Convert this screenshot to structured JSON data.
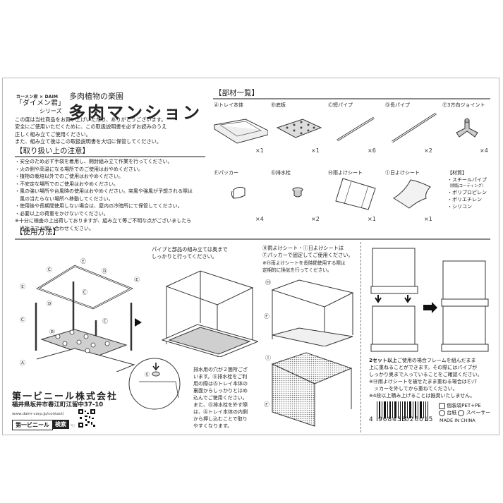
{
  "header": {
    "brand_collab": "カーメン君 × DAIM",
    "series_name": "「ダイメン君」",
    "series_suffix": "シリーズ",
    "subtitle": "多肉植物の楽園",
    "title": "多肉マンション"
  },
  "intro": [
    "この度は当社商品をお買い上げいただき、ありがとうございます。",
    "安全にご使用いただくために、この取扱説明書を必ずお読みのうえ",
    "正しく組み立てご使用ください。",
    "また、組み立て後はこの取扱説明書を大切に保管してください。"
  ],
  "cautions": {
    "title": "【取り扱い上の注意】",
    "items": [
      "・安全のため必ず手袋を着用し、開封組み立て作業を行ってください。",
      "・火の側や高温になる場所でのご使用はおやめください。",
      "・植物の栽培以外でのご使用はおやめください。",
      "・不安定な場所でのご使用はおやめください。",
      "・風の強い場所や台風時の使用はおやめください。突風や強風が予想される際は",
      "　風の当たらない場所へ移動してください。",
      "・使用後や長期間使用しない場合は、屋内の冷暗所にて保管してください。",
      "・必要以上の荷重をかけないでください。",
      "※十分に検査の上出荷しておりますが、組み立て等ご不明な点がございましたら",
      "　当社までお問い合わせください。"
    ]
  },
  "parts": {
    "title": "【部材一覧】",
    "items": [
      {
        "label": "Ⓐトレイ本体",
        "qty": "×1",
        "icon": "tray-icon"
      },
      {
        "label": "Ⓑ底板",
        "qty": "×1",
        "icon": "base-plate-icon"
      },
      {
        "label": "Ⓒ短パイプ",
        "qty": "×6",
        "icon": "short-pipe-icon"
      },
      {
        "label": "Ⓓ長パイプ",
        "qty": "×2",
        "icon": "long-pipe-icon"
      },
      {
        "label": "Ⓔ3方向ジョイント",
        "qty": "×4",
        "icon": "joint-icon"
      },
      {
        "label": "Ⓕパッカー",
        "qty": "×4",
        "icon": "packer-icon"
      },
      {
        "label": "Ⓖ排水栓",
        "qty": "×2",
        "icon": "drain-plug-icon"
      },
      {
        "label": "Ⓗ雨よけシート",
        "qty": "×1",
        "icon": "rain-sheet-icon"
      },
      {
        "label": "Ⓘ日よけシート",
        "qty": "×1",
        "icon": "shade-sheet-icon"
      }
    ],
    "materials": {
      "title": "【材質】",
      "items": [
        "・スチールパイプ",
        "（樹脂コーティング）",
        "・ポリプロピレン",
        "・ポリエチレン",
        "・シリコン"
      ]
    }
  },
  "usage": {
    "title": "【使用方法】",
    "step2_text": [
      "パイプと部品の組み立ては奥まで",
      "しっかりと行ってください。"
    ],
    "drain_text": [
      "排水用の穴が２箇所ござ",
      "います。Ⓖ排水栓をご利",
      "用の際はⒶトレイ本体の",
      "裏面からしっかりとはめ",
      "込んでご使用ください。",
      "また、Ⓖ排水栓を外す際",
      "は、Ⓐトレイ本体の内側",
      "から押し込むことで取り",
      "やすくなります。"
    ],
    "sheet_text": [
      "Ⓗ雨よけシート・Ⓘ日よけシートは",
      "Ⓕパッカーで固定してご使用ください。",
      "※Ⓗ雨よけシートを長時間使用する際は",
      "定期的に換気を行ってください。"
    ],
    "stack_text_bold": "2セット以上",
    "stack_text": [
      "ご使用の場合フレームを組んだまま",
      "上に重ねることができます。その際にはパイプが",
      "しっかり奥まで入っていることをご確認ください。",
      "※Ⓗ雨よけシートを被せたまま重ねる場合はⒻパ",
      "　ッカーを外してから重ねてください。",
      "※4段以上積み上げることは推奨いたしません。"
    ],
    "diagram_labels": {
      "A": "Ⓐ",
      "B": "Ⓑ",
      "C": "Ⓒ",
      "D": "Ⓓ",
      "E": "Ⓔ",
      "F": "Ⓕ",
      "G": "Ⓖ",
      "H": "Ⓗ",
      "I": "Ⓘ"
    }
  },
  "company": {
    "name": "第一ビニール株式会社",
    "address": "福井県坂井市春江町江留中37-10",
    "url": "www.daim-corp.jp/contact/",
    "search_term": "第一ビニール",
    "search_button": "検索"
  },
  "footer": {
    "barcode_digits": [
      "4",
      "968438",
      "026015"
    ],
    "recycle": [
      {
        "mark": "プラ",
        "text": "個装袋PET+PE"
      },
      {
        "mark": "紙",
        "text": "台紙"
      },
      {
        "mark": "プラ",
        "text": "スペーサー"
      }
    ],
    "made_in": "MADE IN CHINA"
  },
  "colors": {
    "rule": "#8a8a8a",
    "border": "#b8b8b8",
    "text": "#222222",
    "plate": "#cfcfcf"
  }
}
